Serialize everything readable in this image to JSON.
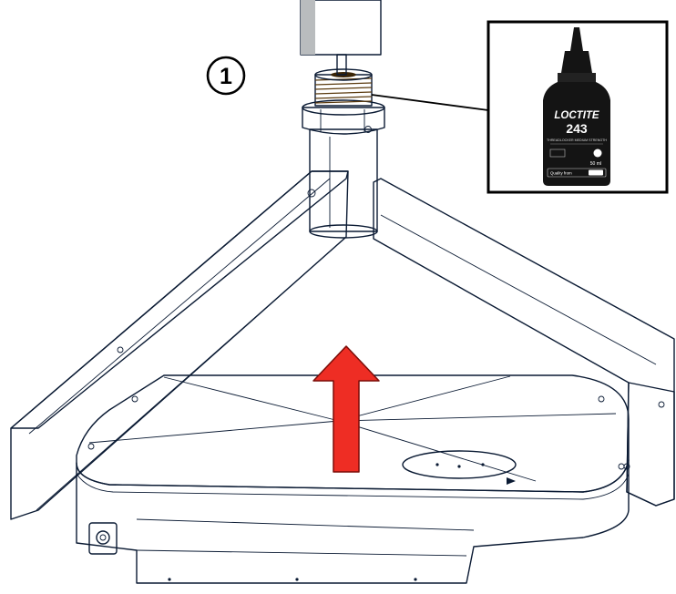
{
  "diagram": {
    "step_marker": "1",
    "product": {
      "brand": "LOCTITE",
      "number": "243",
      "volume": "50 ml",
      "quality": "Quality from",
      "fine_print": "THREADLOCKER MEDIUM STRENGTH"
    },
    "colors": {
      "body_blue": "#2e6fbf",
      "body_blue_dark": "#245ea8",
      "brass": "#c6892c",
      "arrow_red": "#ee2d24",
      "shaft_gray": "#9fa2a4",
      "bottle_black": "#141414"
    },
    "arrow_direction": "up"
  }
}
